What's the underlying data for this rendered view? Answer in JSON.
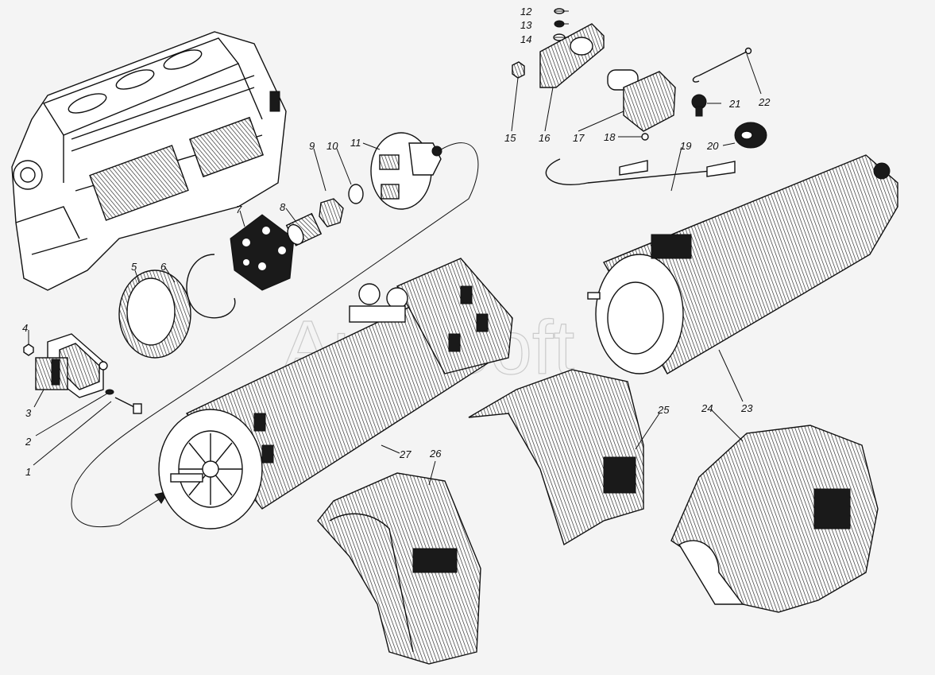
{
  "watermark": "AutoSoft",
  "callouts": [
    {
      "id": "1",
      "label": "1"
    },
    {
      "id": "2",
      "label": "2"
    },
    {
      "id": "3",
      "label": "3"
    },
    {
      "id": "4",
      "label": "4"
    },
    {
      "id": "5",
      "label": "5"
    },
    {
      "id": "6",
      "label": "6"
    },
    {
      "id": "7",
      "label": "7"
    },
    {
      "id": "8",
      "label": "8"
    },
    {
      "id": "9",
      "label": "9"
    },
    {
      "id": "10",
      "label": "10"
    },
    {
      "id": "11",
      "label": "11"
    },
    {
      "id": "12",
      "label": "12"
    },
    {
      "id": "13",
      "label": "13"
    },
    {
      "id": "14",
      "label": "14"
    },
    {
      "id": "15",
      "label": "15"
    },
    {
      "id": "16",
      "label": "16"
    },
    {
      "id": "17",
      "label": "17"
    },
    {
      "id": "18",
      "label": "18"
    },
    {
      "id": "19",
      "label": "19"
    },
    {
      "id": "20",
      "label": "20"
    },
    {
      "id": "21",
      "label": "21"
    },
    {
      "id": "22",
      "label": "22"
    },
    {
      "id": "23",
      "label": "23"
    },
    {
      "id": "24",
      "label": "24"
    },
    {
      "id": "25",
      "label": "25"
    },
    {
      "id": "26",
      "label": "26"
    },
    {
      "id": "27",
      "label": "27"
    }
  ]
}
